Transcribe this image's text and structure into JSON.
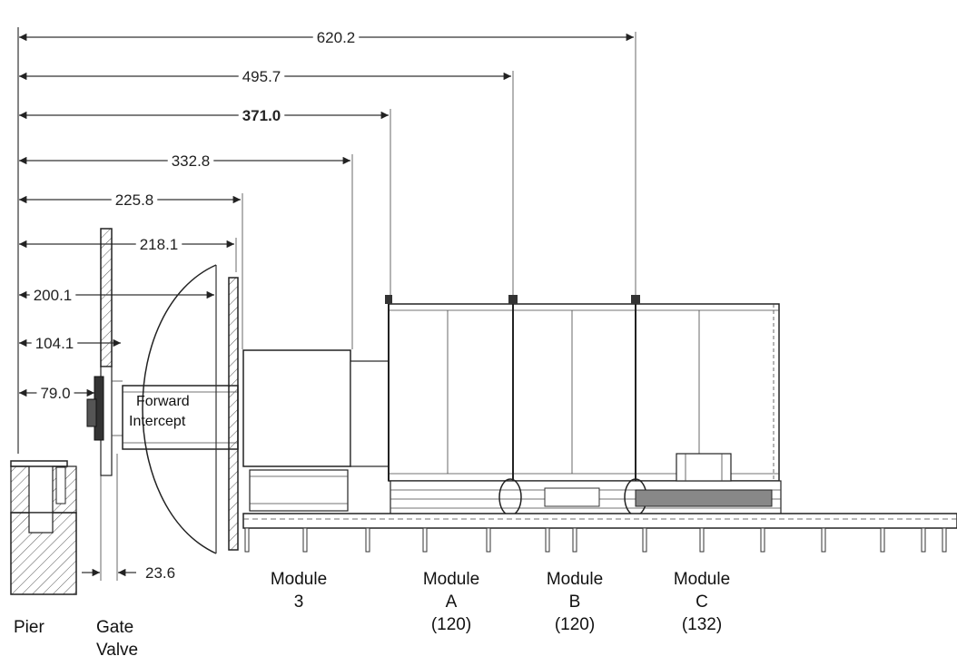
{
  "dimensions": [
    {
      "id": "d620",
      "value": "620.2",
      "bold": false
    },
    {
      "id": "d495",
      "value": "495.7",
      "bold": false
    },
    {
      "id": "d371",
      "value": "371.0",
      "bold": true
    },
    {
      "id": "d332",
      "value": "332.8",
      "bold": false
    },
    {
      "id": "d225",
      "value": "225.8",
      "bold": false
    },
    {
      "id": "d218",
      "value": "218.1",
      "bold": false
    },
    {
      "id": "d200",
      "value": "200.1",
      "bold": false
    },
    {
      "id": "d104",
      "value": "104.1",
      "bold": false
    },
    {
      "id": "d79",
      "value": "79.0",
      "bold": false
    },
    {
      "id": "d23",
      "value": "23.6",
      "bold": false
    }
  ],
  "labels": {
    "forward_intercept": [
      "Forward",
      "Intercept"
    ],
    "pier": [
      "Pier"
    ],
    "gate_valve": [
      "Gate",
      "Valve"
    ],
    "module_3": [
      "Module",
      "3"
    ],
    "module_a": [
      "Module",
      "A",
      "(120)"
    ],
    "module_b": [
      "Module",
      "B",
      "(120)"
    ],
    "module_c": [
      "Module",
      "C",
      "(132)"
    ]
  }
}
